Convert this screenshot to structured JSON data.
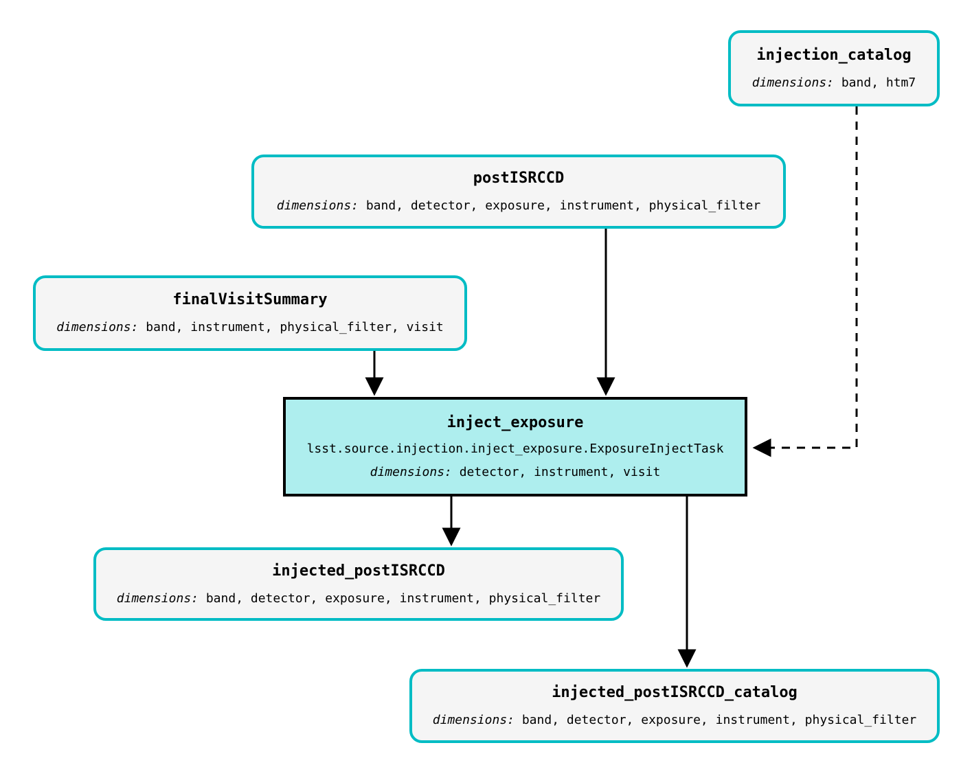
{
  "diagram": {
    "type": "pipeline-dag",
    "colors": {
      "dataset_border": "#00bcc4",
      "dataset_fill": "#f5f5f5",
      "task_border": "#000000",
      "task_fill": "#aeeeee",
      "edge": "#000000"
    },
    "dims_label": "dimensions:"
  },
  "nodes": [
    {
      "id": "injection_catalog",
      "kind": "dataset",
      "title": "injection_catalog",
      "dims_label": "dimensions:",
      "dims": "band, htm7"
    },
    {
      "id": "postISRCCD",
      "kind": "dataset",
      "title": "postISRCCD",
      "dims_label": "dimensions:",
      "dims": "band, detector, exposure, instrument, physical_filter"
    },
    {
      "id": "finalVisitSummary",
      "kind": "dataset",
      "title": "finalVisitSummary",
      "dims_label": "dimensions:",
      "dims": "band, instrument, physical_filter, visit"
    },
    {
      "id": "inject_exposure",
      "kind": "task",
      "title": "inject_exposure",
      "subtitle": "lsst.source.injection.inject_exposure.ExposureInjectTask",
      "dims_label": "dimensions:",
      "dims": "detector, instrument, visit"
    },
    {
      "id": "injected_postISRCCD",
      "kind": "dataset",
      "title": "injected_postISRCCD",
      "dims_label": "dimensions:",
      "dims": "band, detector, exposure, instrument, physical_filter"
    },
    {
      "id": "injected_postISRCCD_catalog",
      "kind": "dataset",
      "title": "injected_postISRCCD_catalog",
      "dims_label": "dimensions:",
      "dims": "band, detector, exposure, instrument, physical_filter"
    }
  ],
  "edges": [
    {
      "id": "edge-postISRCCD-to-inject_exposure",
      "from": "postISRCCD",
      "to": "inject_exposure",
      "style": "solid"
    },
    {
      "id": "edge-finalVisitSummary-to-inject_exposure",
      "from": "finalVisitSummary",
      "to": "inject_exposure",
      "style": "solid"
    },
    {
      "id": "edge-injection_catalog-to-inject_exposure",
      "from": "injection_catalog",
      "to": "inject_exposure",
      "style": "dashed"
    },
    {
      "id": "edge-inject_exposure-to-injected_postISRCCD",
      "from": "inject_exposure",
      "to": "injected_postISRCCD",
      "style": "solid"
    },
    {
      "id": "edge-inject_exposure-to-injected_postISRCCD_catalog",
      "from": "inject_exposure",
      "to": "injected_postISRCCD_catalog",
      "style": "solid"
    }
  ]
}
